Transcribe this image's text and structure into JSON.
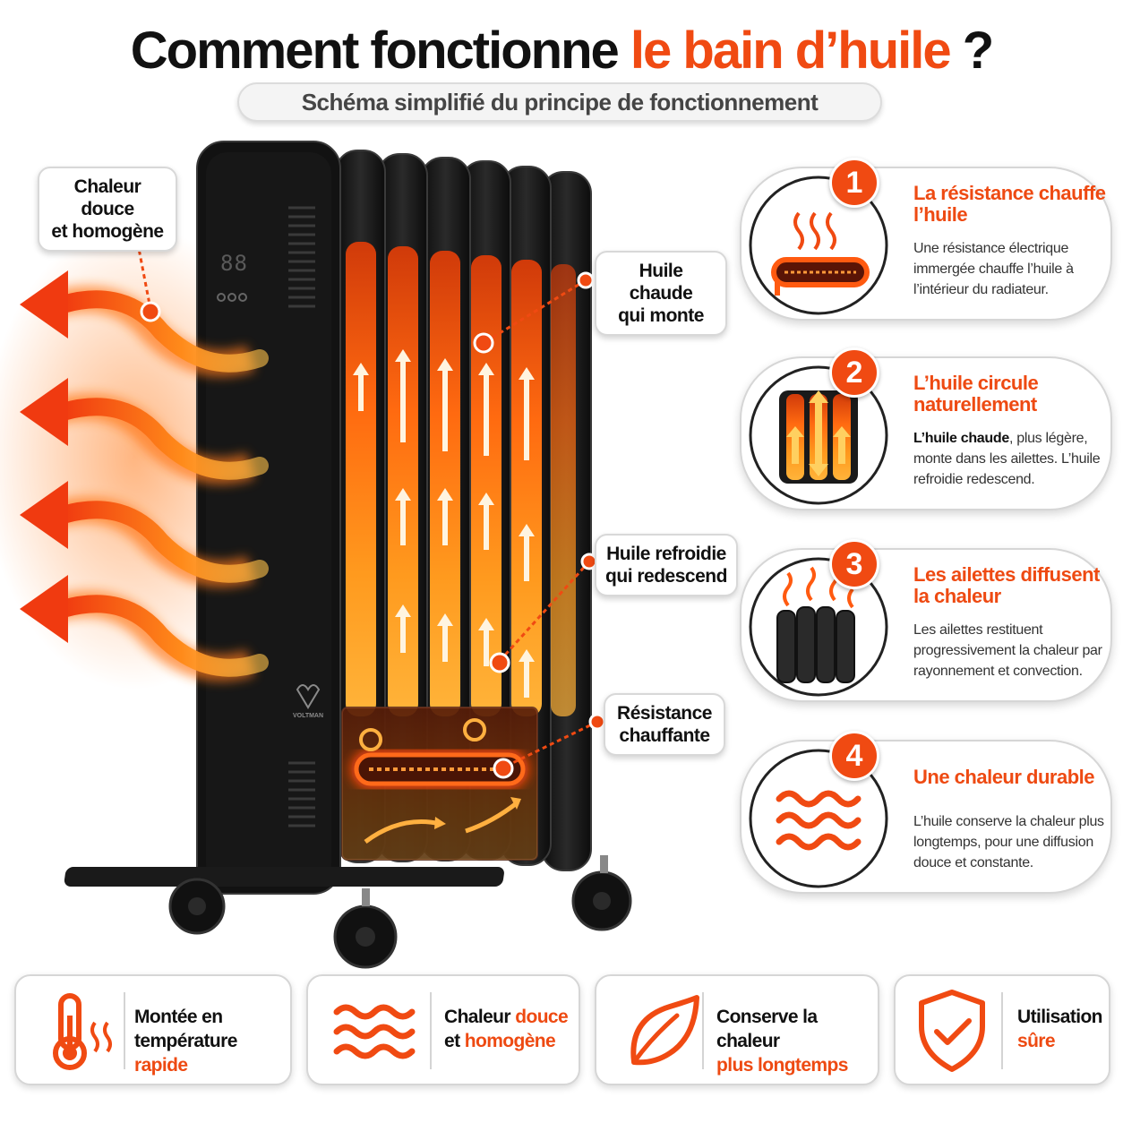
{
  "header": {
    "title_part1": "Comment fonctionne",
    "title_part2": "le bain d’huile",
    "title_part3": "?",
    "subtitle": "Schéma simplifié du principe de fonctionnement"
  },
  "radiator": {
    "display": "88",
    "brand": "VOLTMAN"
  },
  "callouts": {
    "soft_heat_line1": "Chaleur douce",
    "soft_heat_line2": "et homogène",
    "hot_oil_line1": "Huile chaude",
    "hot_oil_line2": "qui monte",
    "cooled_oil_line1": "Huile refroidie",
    "cooled_oil_line2": "qui redescend",
    "element_line1": "Résistance",
    "element_line2": "chauffante"
  },
  "steps": [
    {
      "number": "1",
      "title": "La résistance chauffe l’huile",
      "desc": "Une résistance électrique immergée chauffe l’huile à l’intérieur du radiateur.",
      "icon": "heating-element-icon"
    },
    {
      "number": "2",
      "title": "L’huile circule naturellement",
      "desc_bold": "L’huile chaude",
      "desc": ", plus légère, monte dans les ailettes. L’huile refroidie redescend.",
      "icon": "oil-circulation-icon"
    },
    {
      "number": "3",
      "title": "Les ailettes diffusent la chaleur",
      "desc": "Les ailettes restituent progressivement la chaleur par rayonnement et convection.",
      "icon": "fins-icon"
    },
    {
      "number": "4",
      "title": "Une chaleur durable",
      "desc": "L’huile conserve la chaleur plus longtemps, pour une diffusion douce et constante.",
      "icon": "heat-waves-icon"
    }
  ],
  "features": [
    {
      "line1": "Montée en",
      "line2a": "température",
      "line2b": "rapide",
      "icon": "thermometer-icon"
    },
    {
      "line1a": "Chaleur",
      "line1b": "douce",
      "line2a": "et",
      "line2b": "homogène",
      "icon": "waves-icon"
    },
    {
      "line1": "Conserve la chaleur",
      "line2": "plus longtemps",
      "icon": "leaf-icon"
    },
    {
      "line1": "Utilisation",
      "line2": "sûre",
      "icon": "shield-check-icon"
    }
  ],
  "colors": {
    "accent": "#f04a12",
    "radiator": "#151515",
    "oil_glow": "#ff7a1a"
  }
}
